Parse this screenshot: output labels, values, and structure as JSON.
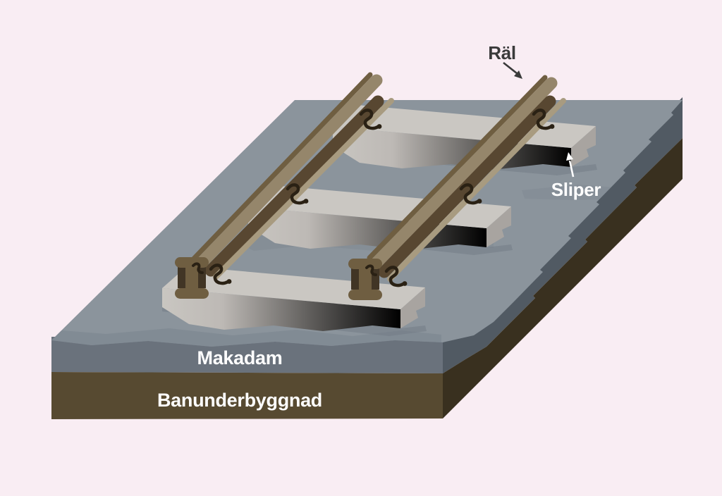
{
  "diagram": {
    "type": "isometric-railway-track-structure",
    "labels": {
      "rail": "Räl",
      "sleeper": "Sliper",
      "ballast": "Makadam",
      "substructure": "Banunderbyggnad"
    },
    "colors": {
      "background": "#f9edf3",
      "ballast_top": "#8b949c",
      "ballast_patch": "#7a848e",
      "ballast_front": "#6a727c",
      "ballast_side": "#515a63",
      "substructure_front": "#574a31",
      "substructure_side": "#39301f",
      "sleeper_top": "#cac7c2",
      "sleeper_end": "#a8a4a0",
      "sleeper_shadow": "#6e7883",
      "rail_light": "#95866b",
      "rail_dark": "#584731",
      "rail_edge": "#6f5e41",
      "rail_foot": "#a89b80",
      "rail_recess": "#413525",
      "clip_dark": "#2a2114",
      "label_dark": "#3a3a3a",
      "label_light": "#ffffff"
    }
  }
}
